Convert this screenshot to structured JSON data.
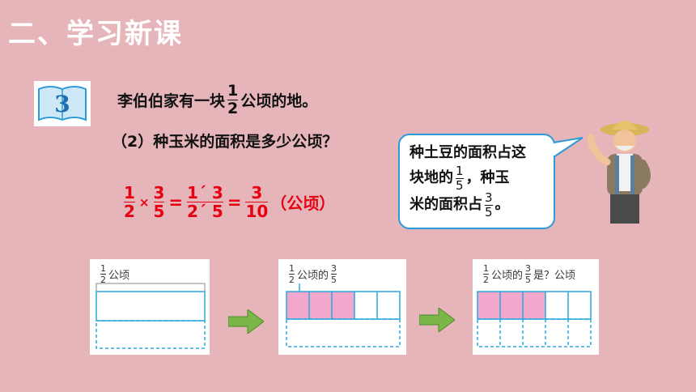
{
  "section_title": "二、学习新课",
  "example_number": "3",
  "problem": {
    "line1_prefix": "李伯伯家有一块",
    "line1_frac_num": "1",
    "line1_frac_den": "2",
    "line1_suffix": "公顷的地。",
    "line2": "（2）种玉米的面积是多少公顷？"
  },
  "calculation": {
    "f1_num": "1",
    "f1_den": "2",
    "times": "×",
    "f2_num": "3",
    "f2_den": "5",
    "eq1": "=",
    "f3_num": "1´ 3",
    "f3_den": "2´ 5",
    "eq2": "=",
    "f4_num": "3",
    "f4_den": "10",
    "unit": "（公顷）"
  },
  "speech_bubble": {
    "line1": "种土豆的面积占这",
    "line2_prefix": "块地的",
    "frac1_num": "1",
    "frac1_den": "5",
    "line2_suffix": "，种玉",
    "line3_prefix": "米的面积占",
    "frac2_num": "3",
    "frac2_den": "5",
    "line3_suffix": "。"
  },
  "panels": [
    {
      "frac_num": "1",
      "frac_den": "2",
      "text": "公顷",
      "suffix": ""
    },
    {
      "frac_num": "1",
      "frac_den": "2",
      "text": "公顷的",
      "frac2_num": "3",
      "frac2_den": "5",
      "suffix": ""
    },
    {
      "frac_num": "1",
      "frac_den": "2",
      "text": "公顷的",
      "frac2_num": "3",
      "frac2_den": "5",
      "suffix": "是？公顷"
    }
  ],
  "colors": {
    "background": "#e5b5b9",
    "answer_red": "#e60012",
    "bubble_border": "#2a9bd6",
    "grid_blue": "#2aa7de",
    "shaded_pink": "#f2a8cc",
    "arrow_green": "#7ab648"
  }
}
